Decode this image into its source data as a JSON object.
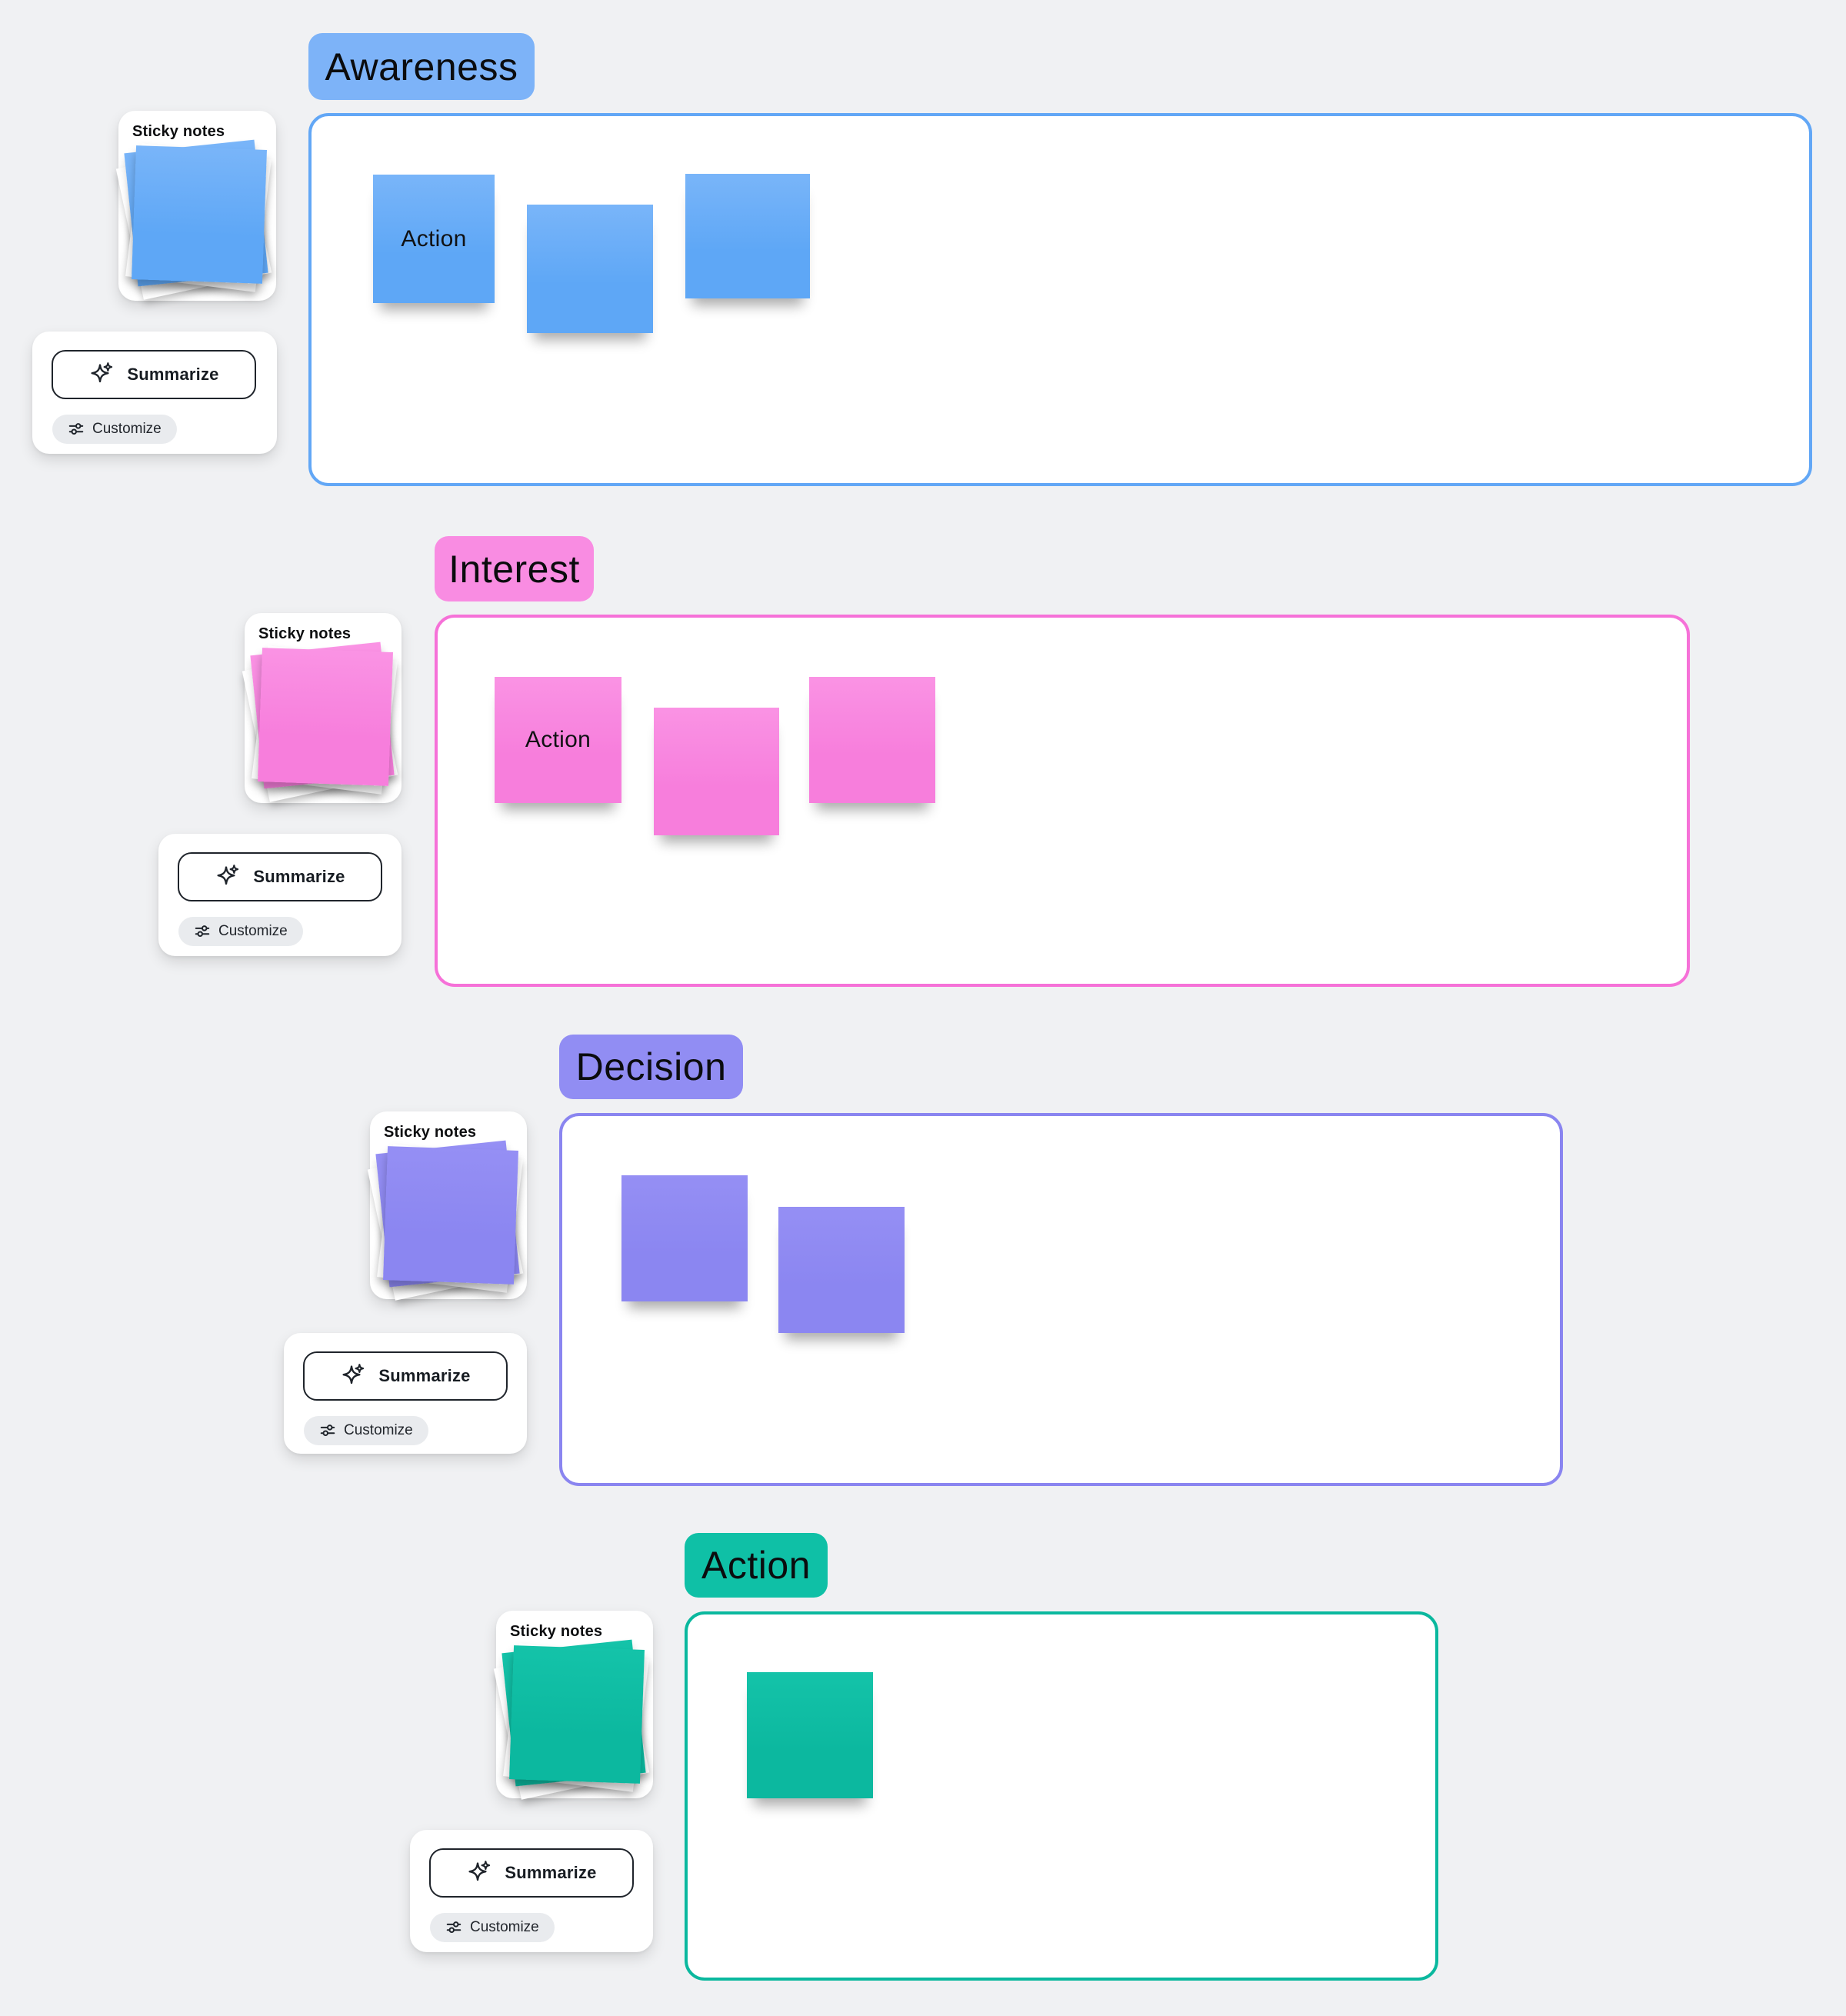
{
  "board": {
    "background": "#f0f1f3"
  },
  "tool_cards": {
    "sticky_notes_title": "Sticky notes",
    "summarize_button": "Summarize",
    "customize_button": "Customize",
    "summarize_icon": "sparkle-icon",
    "customize_icon": "sliders-icon"
  },
  "sections": [
    {
      "label": "Awareness",
      "colors": {
        "label_bg": "#7db3f8",
        "border": "#62a7f6",
        "note_top": "#79b5f9",
        "note_base": "#5ea7f6"
      },
      "notes": [
        {
          "text": "Action"
        },
        {
          "text": ""
        },
        {
          "text": ""
        }
      ]
    },
    {
      "label": "Interest",
      "colors": {
        "label_bg": "#f98ce2",
        "border": "#f671d8",
        "note_top": "#fa93e4",
        "note_base": "#f77edc"
      },
      "notes": [
        {
          "text": "Action"
        },
        {
          "text": ""
        },
        {
          "text": ""
        }
      ]
    },
    {
      "label": "Decision",
      "colors": {
        "label_bg": "#918df3",
        "border": "#8a85f0",
        "note_top": "#958ff4",
        "note_base": "#8b86f1"
      },
      "notes": [
        {
          "text": ""
        },
        {
          "text": ""
        }
      ]
    },
    {
      "label": "Action",
      "colors": {
        "label_bg": "#0fc0a6",
        "border": "#0ab89e",
        "note_top": "#14c3a9",
        "note_base": "#0cb89f"
      },
      "notes": [
        {
          "text": ""
        }
      ]
    }
  ]
}
